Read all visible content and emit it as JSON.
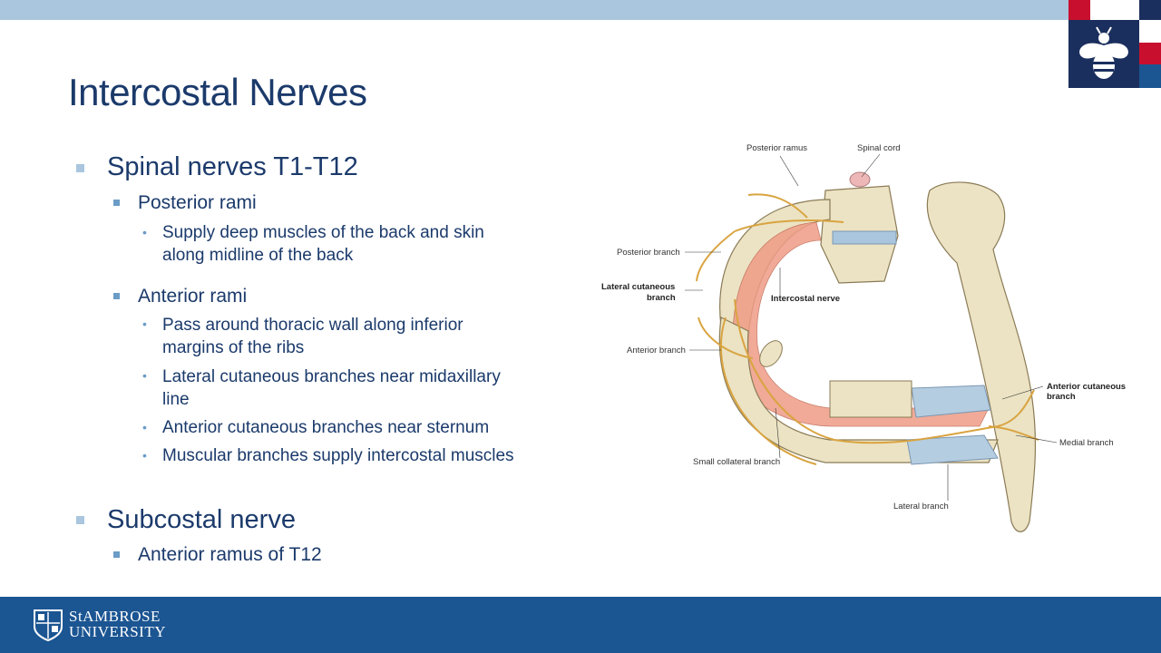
{
  "slide": {
    "title": "Intercostal Nerves"
  },
  "content": {
    "item1": {
      "label": "Spinal nerves T1-T12",
      "sub1": {
        "label": "Posterior rami",
        "points": [
          "Supply deep muscles of the back and skin",
          "along midline of the back"
        ]
      },
      "sub2": {
        "label": "Anterior rami",
        "points": [
          "Pass around thoracic wall along inferior",
          "margins of the ribs",
          "Lateral cutaneous branches near midaxillary",
          "line",
          "Anterior cutaneous branches near sternum",
          "Muscular branches supply intercostal muscles"
        ]
      }
    },
    "item2": {
      "label": "Subcostal nerve",
      "sub1": {
        "label": "Anterior ramus of T12"
      }
    }
  },
  "figure": {
    "labels": {
      "posterior_ramus": "Posterior ramus",
      "spinal_cord": "Spinal cord",
      "posterior_branch": "Posterior branch",
      "lateral_cutaneous": "Lateral cutaneous",
      "branch": "branch",
      "intercostal_nerve": "Intercostal nerve",
      "anterior_branch": "Anterior branch",
      "anterior_cutaneous": "Anterior cutaneous",
      "medial_branch": "Medial branch",
      "small_collateral": "Small collateral branch",
      "lateral_branch": "Lateral branch"
    }
  },
  "footer": {
    "university_line1": "StAMBROSE",
    "university_line2": "UNIVERSITY"
  },
  "colors": {
    "accent_light": "#a9c6de",
    "brand_blue": "#1b5592",
    "title_navy": "#1b3a6b",
    "logo_red": "#c8102e"
  }
}
